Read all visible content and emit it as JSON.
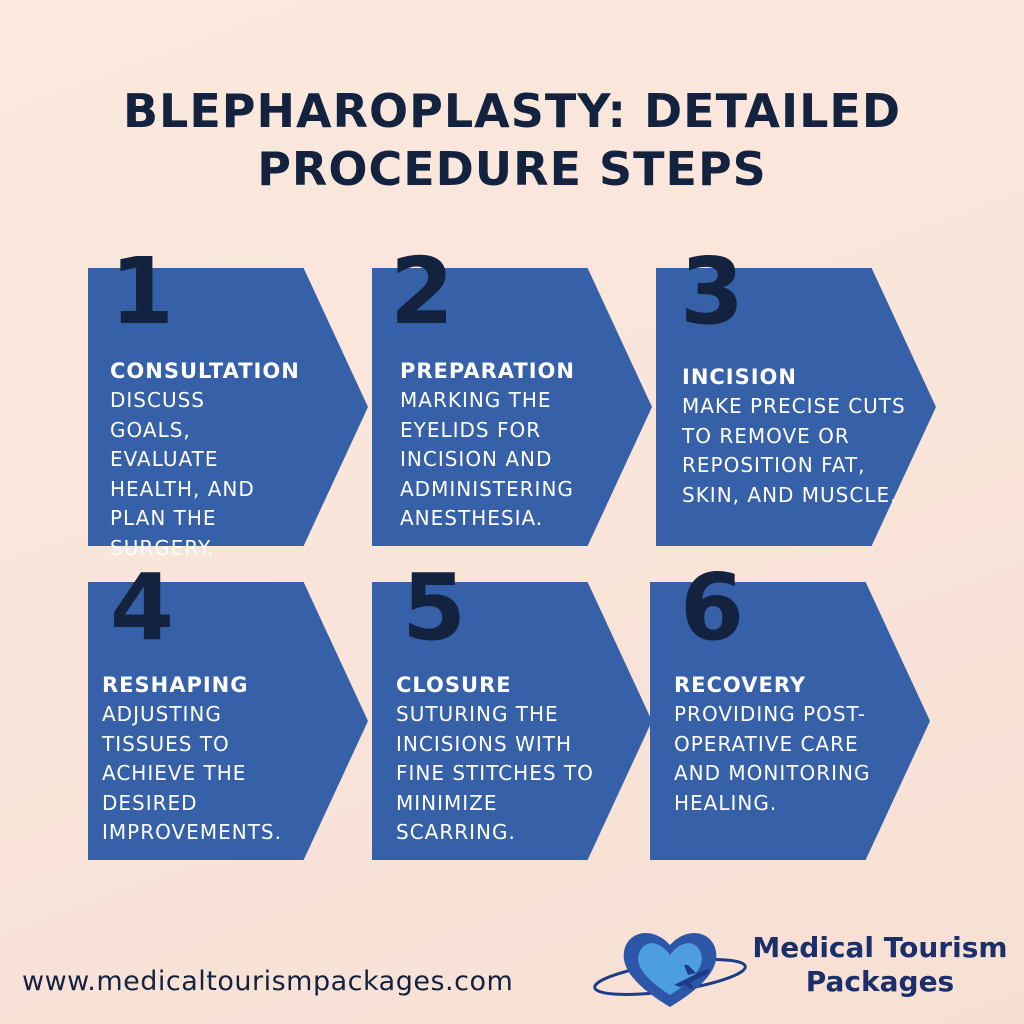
{
  "title": "BLEPHAROPLASTY: DETAILED\nPROCEDURE STEPS",
  "steps": [
    {
      "number": "1",
      "heading": "CONSULTATION",
      "description": "DISCUSS GOALS, EVALUATE HEALTH, AND PLAN THE SURGERY."
    },
    {
      "number": "2",
      "heading": "PREPARATION",
      "description": "MARKING THE EYELIDS FOR INCISION AND ADMINISTERING ANESTHESIA."
    },
    {
      "number": "3",
      "heading": "INCISION",
      "description": "MAKE PRECISE CUTS TO REMOVE OR REPOSITION FAT, SKIN, AND MUSCLE."
    },
    {
      "number": "4",
      "heading": "RESHAPING",
      "description": "ADJUSTING TISSUES TO ACHIEVE THE DESIRED IMPROVEMENTS."
    },
    {
      "number": "5",
      "heading": "CLOSURE",
      "description": "SUTURING THE INCISIONS WITH FINE STITCHES TO MINIMIZE SCARRING."
    },
    {
      "number": "6",
      "heading": "RECOVERY",
      "description": "PROVIDING POST-OPERATIVE CARE AND MONITORING HEALING."
    }
  ],
  "footer": {
    "website": "www.medicaltourismpackages.com",
    "brand_line1": "Medical Tourism",
    "brand_line2": "Packages"
  },
  "colors": {
    "background": "#fbe7dc",
    "arrow": "#3660a8",
    "title": "#13223e",
    "brand": "#1b2f6b",
    "heart_dark": "#2d56a8",
    "heart_light": "#4d9ee0"
  },
  "icons": {
    "logo": "heart-airplane-icon"
  }
}
